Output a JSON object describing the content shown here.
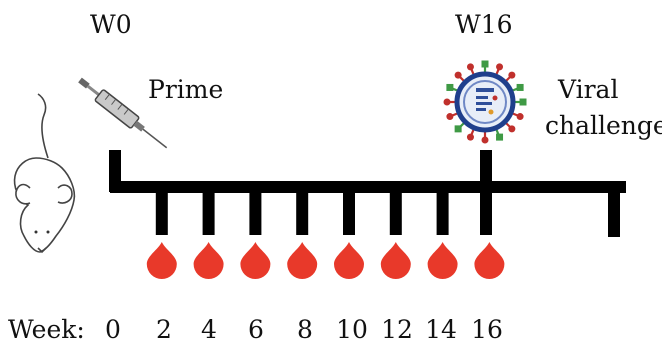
{
  "labels": {
    "start_week": "W0",
    "end_week": "W16",
    "prime": "Prime",
    "challenge_line1": "Viral",
    "challenge_line2": "challenge",
    "week_prefix": "Week:",
    "weeks": [
      "0",
      "2",
      "4",
      "6",
      "8",
      "10",
      "12",
      "14",
      "16"
    ]
  },
  "timeline": {
    "blood_draw_weeks": [
      2,
      4,
      6,
      8,
      10,
      12,
      14,
      16
    ],
    "prime_week": 0,
    "challenge_week": 16
  },
  "colors": {
    "timeline": "#000000",
    "blood_drop": "#e8392a",
    "virus_shell": "#1f3f8c",
    "virus_spike_red": "#c0302c",
    "virus_spike_green": "#3f9a45"
  },
  "icons": {
    "mouse": "mouse-icon",
    "syringe": "syringe-icon",
    "virus": "virus-icon",
    "blood_drop": "blood-drop-icon"
  }
}
